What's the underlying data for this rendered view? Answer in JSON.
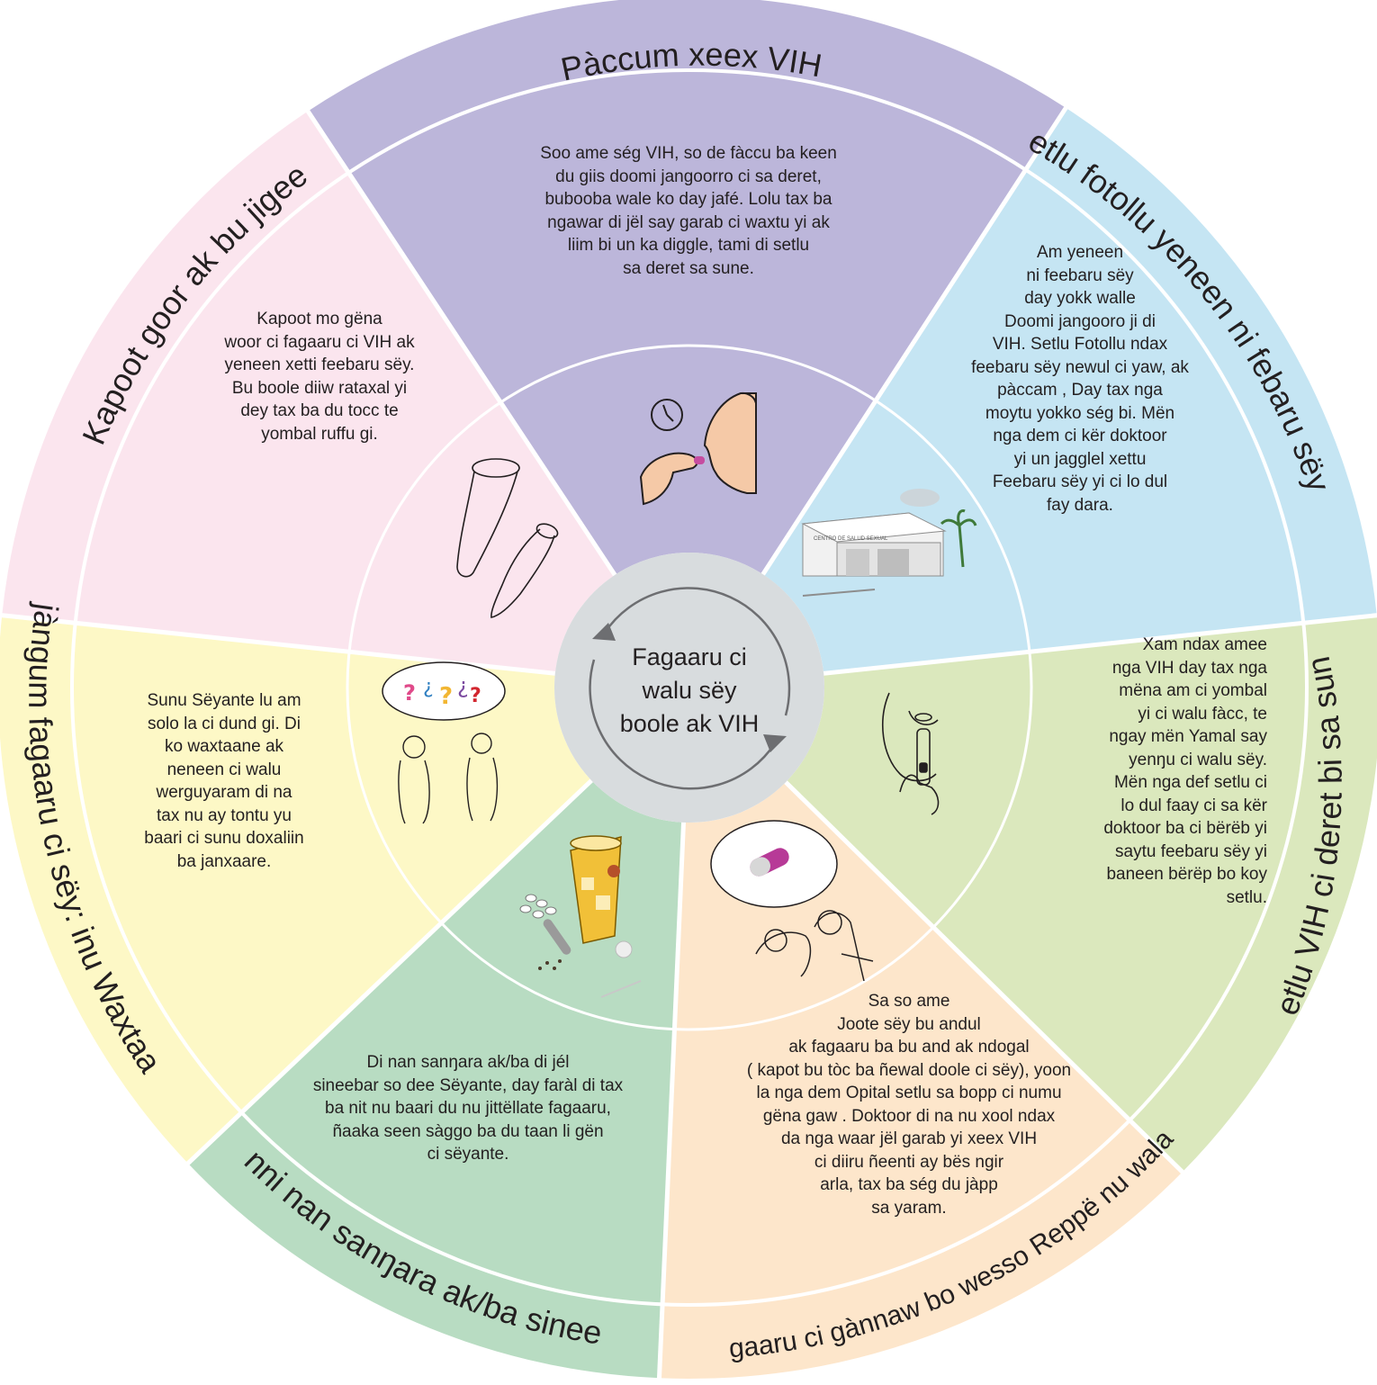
{
  "center": {
    "lines": [
      "Fagaaru ci",
      "walu sëy",
      "boole ak VIH"
    ]
  },
  "colors": {
    "purple": "#bcb6da",
    "blue": "#c5e5f3",
    "green_light": "#dbe8bd",
    "peach": "#fde6cb",
    "mint": "#b8dcc2",
    "yellow": "#fdf8c6",
    "pink": "#fbe5ee",
    "hub": "#d8dcde",
    "divider": "#ffffff"
  },
  "segments": [
    {
      "id": "paccum",
      "color_key": "purple",
      "title": "Pàccum xeex VIH",
      "icon": "woman-taking-pill-icon",
      "body": [
        "Soo ame ség VIH,  so de fàccu ba keen",
        "du giis doomi jangoorro ci sa deret,",
        "bubooba wale ko day jafé. Lolu tax ba",
        "ngawar di jël say garab ci waxtu yi ak",
        "liim bi un ka diggle, tami di setlu",
        "sa deret sa sune."
      ]
    },
    {
      "id": "setlu-fotollu",
      "color_key": "blue",
      "title": "Setlu fotollu yeneen ni febaru sëy yi",
      "icon": "health-center-building-icon",
      "building_sign": "CENTRO DE SALUD SEXUAL",
      "body": [
        "Am yeneen",
        "ni feebaru sëy",
        "day yokk walle",
        "Doomi jangooro ji di",
        "VIH. Setlu Fotollu ndax",
        "feebaru sëy newul ci yaw, ak",
        "pàccam , Day tax nga",
        "moytu yokko ség bi. Mën",
        "nga dem ci kër doktoor",
        "yi un jagglel xettu",
        "Feebaru sëy yi ci lo dul",
        "fay dara."
      ]
    },
    {
      "id": "setlu-vih",
      "color_key": "green_light",
      "title": "Setlu VIH ci deret bi sa sune",
      "icon": "oral-swab-test-icon",
      "body": [
        "Xam ndax amee",
        "nga VIH day tax nga",
        "mëna am ci yombal",
        "yi ci walu fàcc, te",
        "ngay mën Yamal say",
        "yenŋu ci walu  sëy.",
        "Mën nga def setlu ci",
        "lo dul faay ci sa kër",
        "doktoor ba ci bërëb yi",
        "saytu feebaru sëy yi",
        "baneen bërëp bo koy",
        "setlu."
      ]
    },
    {
      "id": "fagaaru-gannaw",
      "color_key": "peach",
      "title": "Fagaaru ci gànnaw bo wesso Reppë nu  wala VIH",
      "icon": "doctor-patient-pill-icon",
      "body": [
        "Sa   so   ame",
        "Joote  sëy  bu  andul",
        "ak fagaaru ba bu and ak ndogal",
        "( kapot bu tòc ba ñewal doole ci sëy), yoon",
        "la nga dem Opital setlu sa bopp ci numu",
        "gëna gaw . Doktoor di na nu xool ndax",
        "da nga waar jël garab yi xeex VIH",
        "ci  diiru  ñeenti  ay  bës  ngir",
        "arla, tax ba ség du jàpp",
        "sa yaram."
      ]
    },
    {
      "id": "wanni",
      "color_key": "mint",
      "title": "Wanni nan sanŋara ak/ba sineebar",
      "icon": "drink-and-drugs-icon",
      "body": [
        "Di nan  sanŋara ak/ba di jél",
        "sineebar so dee Sëyante, day faràl di tax",
        "ba nit nu baari du nu jittëllate fagaaru,",
        "ñaaka seen sàggo ba du taan li gën",
        "ci sëyante."
      ]
    },
    {
      "id": "njangum",
      "color_key": "yellow",
      "title": "Njàngum fagaaru ci sëy: inu Waxtaani",
      "icon": "couple-talking-icon",
      "body": [
        "Sunu Sëyante lu am",
        "solo la ci dund gi. Di",
        "ko waxtaane ak",
        "neneen ci walu",
        "werguyaram di na",
        "tax nu ay tontu yu",
        "baari ci sunu doxaliin",
        "ba janxaare."
      ]
    },
    {
      "id": "kapoot",
      "color_key": "pink",
      "title": "Kapoot goor ak bu jigeen",
      "icon": "condoms-icon",
      "body": [
        "Kapoot mo gëna",
        "woor ci fagaaru ci VIH ak",
        "yeneen xetti feebaru sëy.",
        "Bu boole diiw rataxal yi",
        "dey tax ba du tocc te",
        "yombal ruffu gi."
      ]
    }
  ]
}
